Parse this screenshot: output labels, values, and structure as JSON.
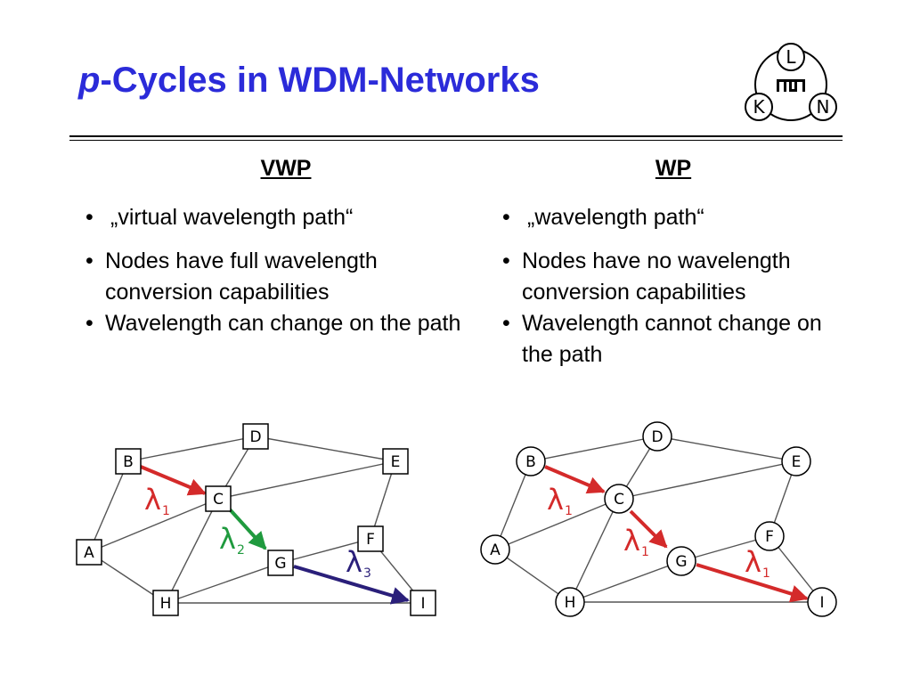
{
  "slide": {
    "title_prefix": "p",
    "title_rest": "-Cycles in WDM-Networks",
    "logo": {
      "top": "L",
      "left": "K",
      "right": "N",
      "center_icon": "tum-icon"
    },
    "columns": [
      {
        "heading": "VWP",
        "bullets": [
          "„virtual wavelength path“",
          "Nodes have full wavelength conversion capabilities",
          "Wavelength can change on the path"
        ]
      },
      {
        "heading": "WP",
        "bullets": [
          "„wavelength path“",
          "Nodes have no wavelength conversion capabilities",
          "Wavelength cannot change on the path"
        ]
      }
    ]
  },
  "diagrams": {
    "vwp": {
      "nodes": [
        "A",
        "B",
        "C",
        "D",
        "E",
        "F",
        "G",
        "H",
        "I"
      ],
      "labels": [
        {
          "symbol": "λ",
          "sub": "1",
          "color": "#d42a2a"
        },
        {
          "symbol": "λ",
          "sub": "2",
          "color": "#1f9a3e"
        },
        {
          "symbol": "λ",
          "sub": "3",
          "color": "#2a1f7a"
        }
      ]
    },
    "wp": {
      "nodes": [
        "A",
        "B",
        "C",
        "D",
        "E",
        "F",
        "G",
        "H",
        "I"
      ],
      "labels": [
        {
          "symbol": "λ",
          "sub": "1",
          "color": "#d42a2a"
        },
        {
          "symbol": "λ",
          "sub": "1",
          "color": "#d42a2a"
        },
        {
          "symbol": "λ",
          "sub": "1",
          "color": "#d42a2a"
        }
      ]
    }
  },
  "colors": {
    "title": "#2b2bd9",
    "red": "#d42a2a",
    "green": "#1f9a3e",
    "navy": "#2a1f7a"
  }
}
